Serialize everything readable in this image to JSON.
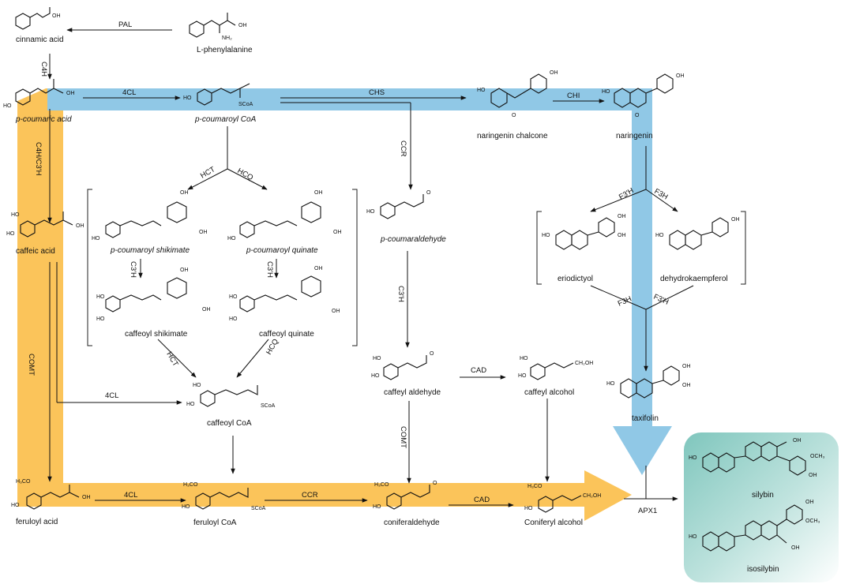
{
  "compounds": {
    "cinnamic_acid": "cinnamic acid",
    "l_phenylalanine": "L-phenylalanine",
    "p_coumaric_acid": "p-coumaric acid",
    "p_coumaroyl_coa": "p-coumaroyl CoA",
    "naringenin_chalcone": "naringenin chalcone",
    "naringenin": "naringenin",
    "caffeic_acid": "caffeic acid",
    "p_coumaroyl_shikimate": "p-coumaroyl shikimate",
    "p_coumaroyl_quinate": "p-coumaroyl quinate",
    "caffeoyl_shikimate": "caffeoyl shikimate",
    "caffeoyl_quinate": "caffeoyl quinate",
    "p_coumaraldehyde": "p-coumaraldehyde",
    "eriodictyol": "eriodictyol",
    "dehydrokaempferol": "dehydrokaempferol",
    "caffeoyl_coa": "caffeoyl CoA",
    "caffeyl_aldehyde": "caffeyl aldehyde",
    "caffeyl_alcohol": "caffeyl alcohol",
    "taxifolin": "taxifolin",
    "feruloyl_acid": "feruloyl acid",
    "feruloyl_coa": "feruloyl CoA",
    "coniferaldehyde": "coniferaldehyde",
    "coniferyl_alcohol": "Coniferyl alcohol",
    "silybin": "silybin",
    "isosilybin": "isosilybin"
  },
  "enzymes": {
    "pal": "PAL",
    "c4h": "C4H",
    "fourcl_top": "4CL",
    "chs": "CHS",
    "chi": "CHI",
    "c4h_c3h": "C4H/C3'H",
    "hct_top": "HCT",
    "hcq_top": "HCQ",
    "ccr_top": "CCR",
    "f3prime_h_top": "F3'H",
    "f3h_top": "F3H",
    "c3h_shik": "C3'H",
    "c3h_quin": "C3'H",
    "c3h_ald": "C3'H",
    "f3h_bottom": "F3H",
    "f3prime_h_bottom": "F3'H",
    "hct_bottom": "HCT",
    "hcq_bottom": "HCQ",
    "cad_top": "CAD",
    "comt_left": "COMT",
    "fourcl_mid": "4CL",
    "comt_mid": "COMT",
    "fourcl_bottom": "4CL",
    "ccr_bottom": "CCR",
    "cad_bottom": "CAD",
    "apx1": "APX1"
  },
  "atoms": {
    "oh": "OH",
    "ho": "HO",
    "nh2": "NH₂",
    "o": "O",
    "scoa": "SCoA",
    "h3co": "H₃CO",
    "och3": "OCH₃",
    "ch2oh": "CH₂OH"
  },
  "colors": {
    "flavonoid_route": "#90c8e6",
    "monolignol_route": "#fbc45a",
    "product_box_top": "#5fb6ad",
    "product_box_bottom": "#ffffff"
  }
}
